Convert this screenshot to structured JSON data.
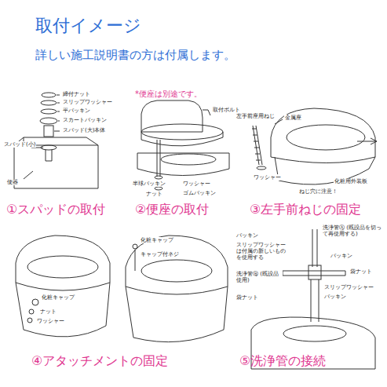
{
  "diagram": {
    "title": "取付イメージ",
    "labels": [
      "詳しい施工説明書の方は付属します。",
      "*便座は別途です。",
      "締付ナット",
      "スリップワッシャー",
      "平パッキン",
      "スカートパッキン",
      "スパッド(大)本体",
      "スパッド(小)",
      "便器",
      "①スパッドの取付",
      "取付ボルト",
      "半球パッキン",
      "ナット",
      "ワッシャー",
      "ゴムパッキン",
      "②便座の取付",
      "左手前座用ねじ",
      "金属座",
      "ワッシャー",
      "化粧用外装板",
      "ねじ穴に注意！",
      "③左手前ねじの固定",
      "化粧キャップ",
      "ナット",
      "ワッシャー",
      "化粧キャップ",
      "キャップ付ネジ",
      "④アタッチメントの固定",
      "洗浄管Ⓐ (既設品を切って再使用する)",
      "パッキン",
      "スリップワッシャーは付属の新しいものを使用する",
      "パッキン",
      "袋ナット",
      "洗浄管Ⓑ (既設品使用)",
      "袋ナット",
      "スリップワッシャー",
      "パッキン",
      "⑤洗浄管の接続"
    ]
  }
}
